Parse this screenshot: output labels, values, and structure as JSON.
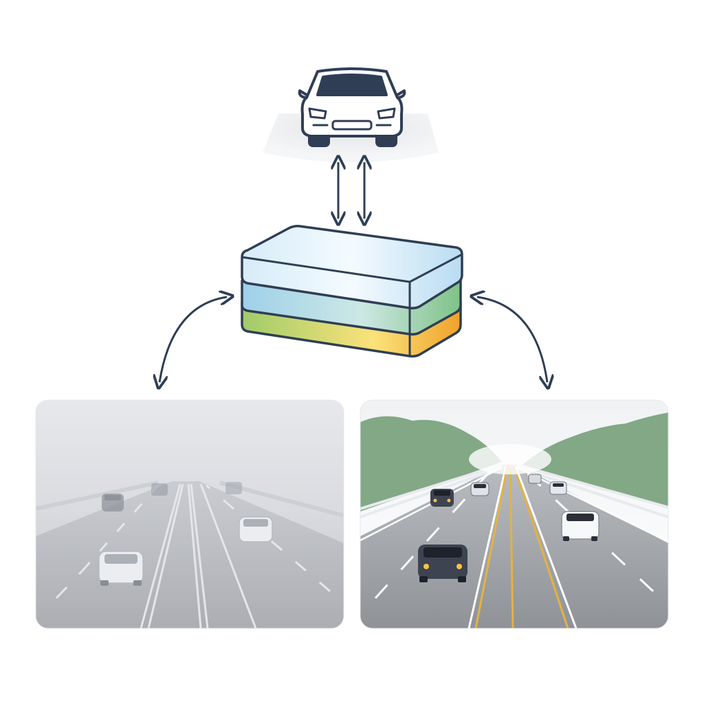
{
  "diagram": {
    "nodes": [
      {
        "id": "vehicle",
        "kind": "car-outline-icon"
      },
      {
        "id": "layered-model",
        "kind": "stacked-layers-block",
        "layers": 3
      },
      {
        "id": "foggy-highway",
        "kind": "scene-image",
        "condition": "fog"
      },
      {
        "id": "clear-highway",
        "kind": "scene-image",
        "condition": "clear"
      }
    ],
    "edges": [
      {
        "from": "layered-model",
        "to": "vehicle",
        "direction": "up"
      },
      {
        "from": "vehicle",
        "to": "layered-model",
        "direction": "down"
      },
      {
        "from": "layered-model",
        "to": "foggy-highway",
        "direction": "bidirectional"
      },
      {
        "from": "layered-model",
        "to": "clear-highway",
        "direction": "bidirectional"
      }
    ]
  },
  "colors": {
    "stroke": "#2f3e55",
    "layer_top": "#cfe6f5",
    "layer_middle": "#a9d8cf",
    "layer_bottom": "#f2c53c",
    "fog": "#c9ccd2",
    "road": "#9c9fa5",
    "tree": "#6f9a72",
    "lane_yellow": "#e3b341"
  }
}
